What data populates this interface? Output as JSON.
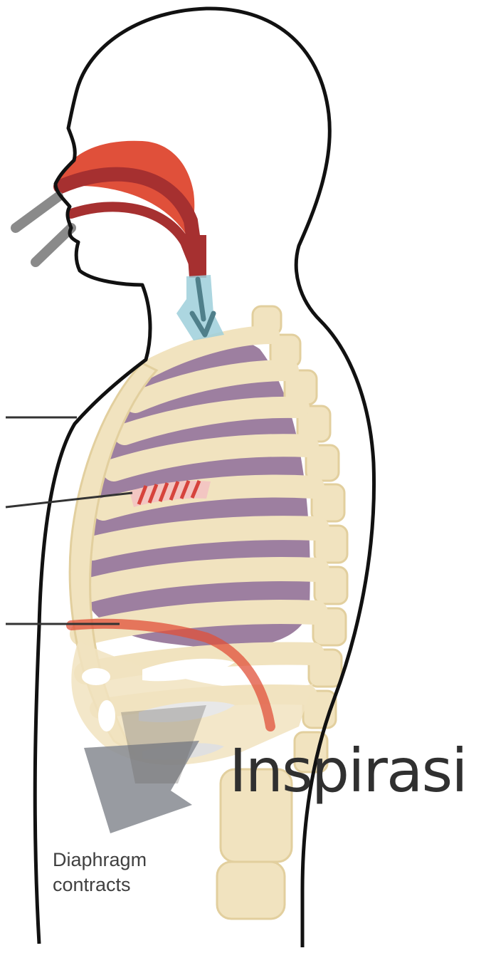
{
  "figure": {
    "title": "Inspirasi",
    "caption_line1": "Diaphragm",
    "caption_line2": "contracts"
  },
  "colors": {
    "outline": "#111111",
    "bone": "#f1e3bf",
    "bone_edge": "#e2cf9e",
    "lung": "#9d7fa0",
    "airway_red": "#e0503a",
    "airway_dark": "#a63030",
    "trachea": "#9ecfda",
    "tube_gray": "#8a8a8a",
    "diaphragm_gray": "#8d9097"
  }
}
